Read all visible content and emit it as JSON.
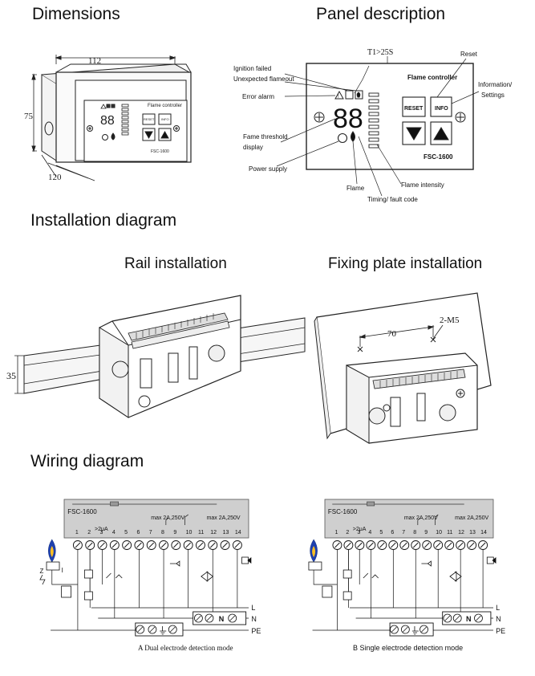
{
  "sections": {
    "dimensions": "Dimensions",
    "panel": "Panel description",
    "installation": "Installation diagram",
    "rail": "Rail installation",
    "plate": "Fixing plate installation",
    "wiring": "Wiring diagram"
  },
  "dimensions": {
    "width": "112",
    "height": "75",
    "depth": "120"
  },
  "device": {
    "name": "Flame controller",
    "model": "FSC-1600",
    "reset_btn": "RESET",
    "info_btn": "INFO",
    "digits": "88"
  },
  "panel_labels": {
    "t1": "T1>25S",
    "reset": "Reset",
    "ignition": "Ignition failed",
    "flameout": "Unexpected flameout",
    "error": "Error alarm",
    "info1": "Information/",
    "info2": "Settings",
    "threshold1": "Fame threshold",
    "threshold2": "display",
    "power": "Power supply",
    "flame": "Flame",
    "intensity": "Flame intensity",
    "timing": "Timing/ fault code"
  },
  "rail": {
    "height": "35"
  },
  "plate": {
    "spacing": "70",
    "holes": "2-M5"
  },
  "wiring": {
    "model": "FSC-1600",
    "terminals": [
      "1",
      "2",
      "3",
      "4",
      "5",
      "6",
      "7",
      "8",
      "9",
      "10",
      "11",
      "12",
      "13",
      "14"
    ],
    "current": ">2μA",
    "rating": "max 2A,250V",
    "L": "L",
    "N": "N",
    "PE": "PE",
    "z": "Z",
    "i": "I",
    "caption_a": "A Dual electrode detection mode",
    "caption_b": "B Single electrode detection mode"
  }
}
